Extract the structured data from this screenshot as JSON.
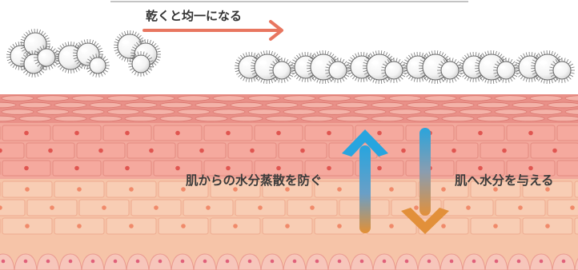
{
  "title": "乾くと均一になる",
  "label_left": "肌からの水分蒸散を防ぐ",
  "label_right": "肌へ水分を与える",
  "colors": {
    "arrow_top": "#e87660",
    "skin_top": "#e99088",
    "skin_mid": "#f2a89c",
    "skin_lower": "#f6c4a8",
    "up_arrow_start": "#27a5df",
    "up_arrow_end": "#e39035",
    "down_arrow_start": "#2aa4dc",
    "down_arrow_end": "#e2903a",
    "cell_dot": "#e05550"
  },
  "icons": [
    "right-arrow-icon",
    "up-arrow-icon",
    "down-arrow-icon",
    "particle-icon"
  ]
}
